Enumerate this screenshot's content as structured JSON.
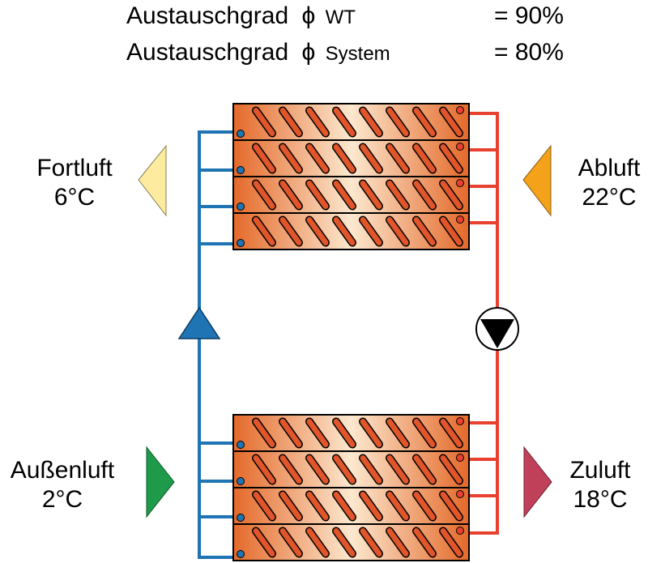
{
  "header": {
    "line1": {
      "label": "Austauschgrad",
      "symbol": "ϕ",
      "subscript": "WT",
      "value": "= 90%"
    },
    "line2": {
      "label": "Austauschgrad",
      "symbol": "ϕ",
      "subscript": "System",
      "value": "= 80%"
    }
  },
  "airstreams": {
    "exhaust": {
      "name": "Fortluft",
      "temperature": "6°C",
      "arrow_color": "#fdeca0"
    },
    "extract": {
      "name": "Abluft",
      "temperature": "22°C",
      "arrow_color": "#f4a21a"
    },
    "outdoor": {
      "name": "Außenluft",
      "temperature": "2°C",
      "arrow_color": "#1e9a4a"
    },
    "supply": {
      "name": "Zuluft",
      "temperature": "18°C",
      "arrow_color": "#c0405a"
    }
  },
  "colors": {
    "cold_pipe": "#1f74b4",
    "warm_pipe": "#e8412f",
    "coil_edge": "#e4692a",
    "coil_center": "#fce8cf",
    "fin": "#e0552a"
  },
  "icons": {
    "flow_direction": "triangle-up-icon",
    "pump": "pump-icon"
  }
}
